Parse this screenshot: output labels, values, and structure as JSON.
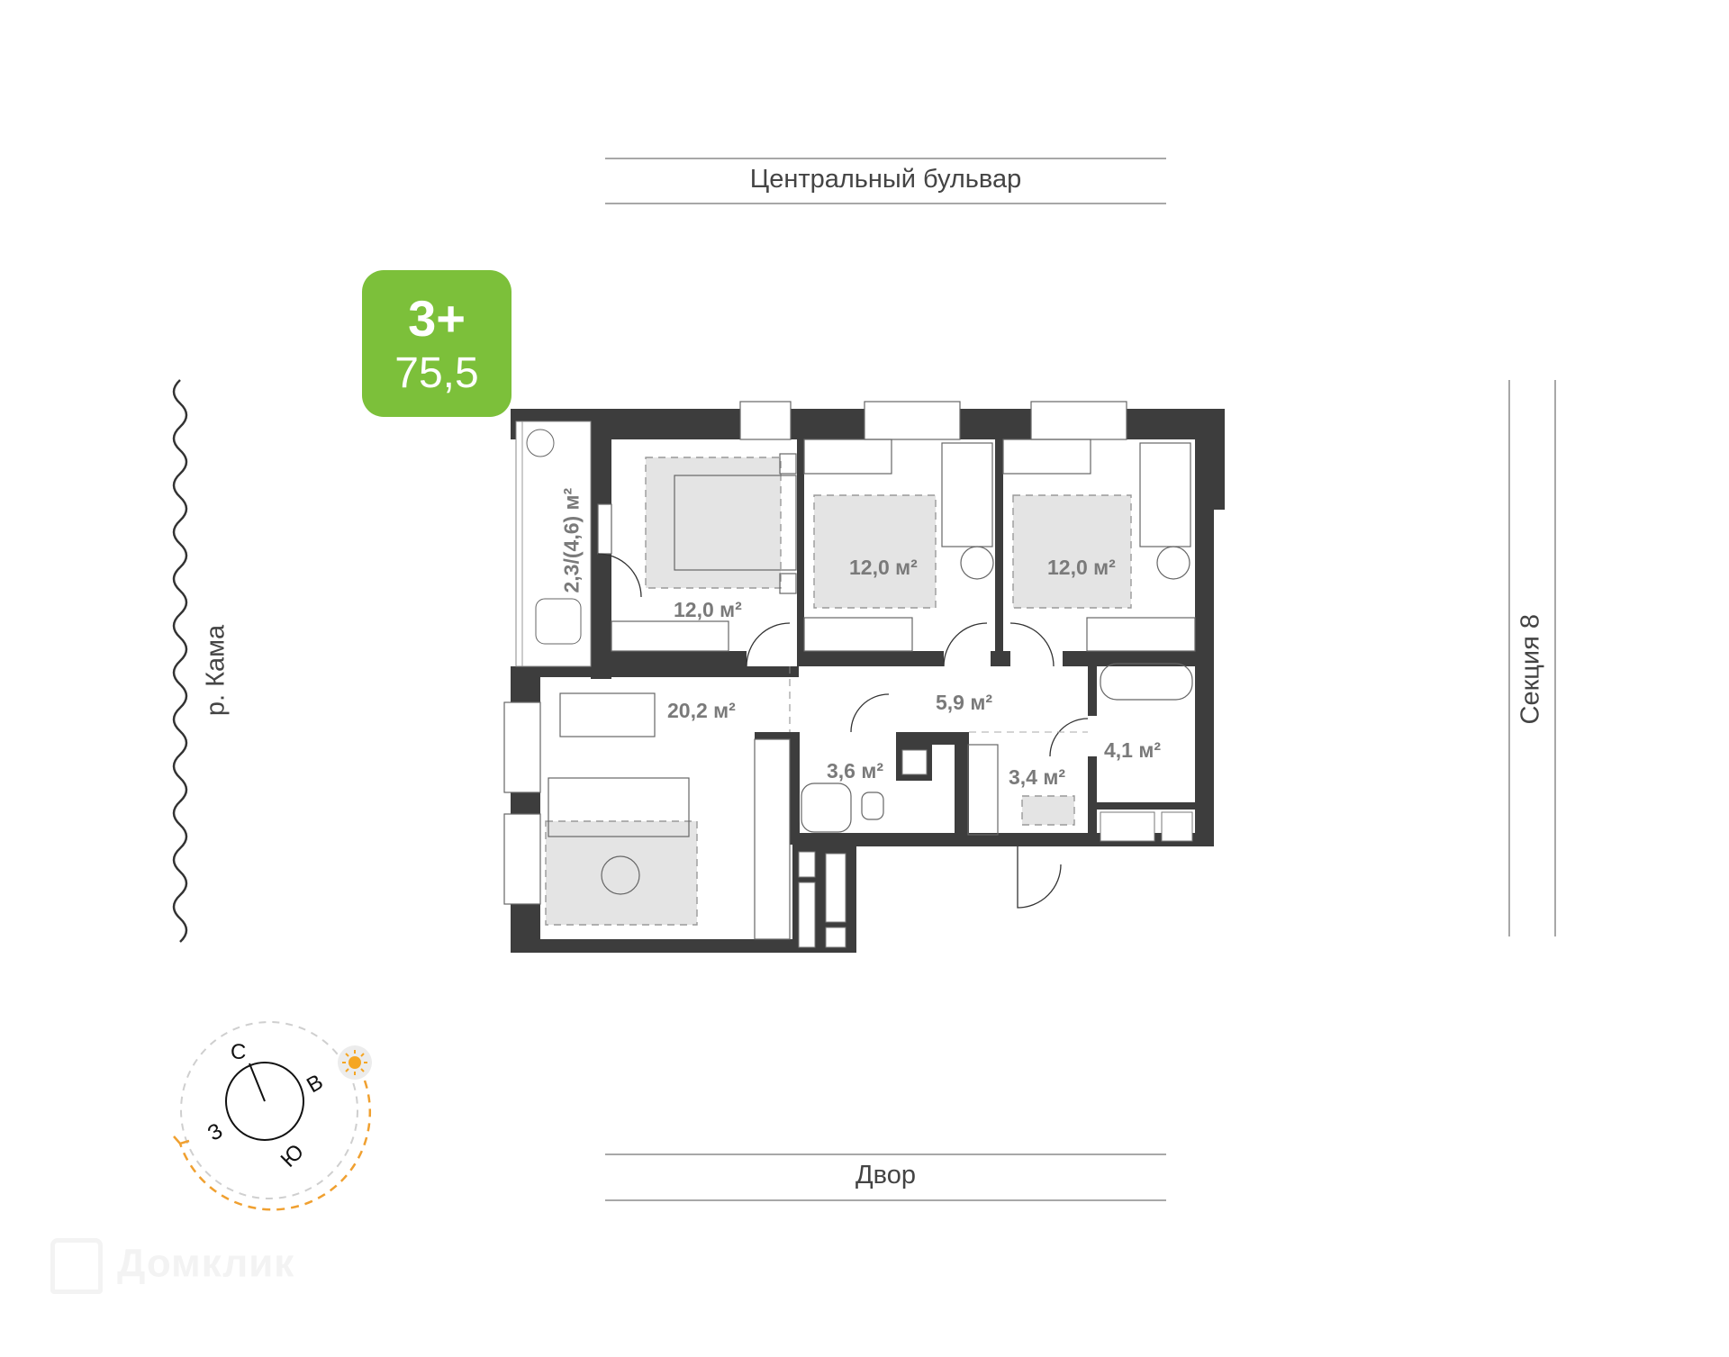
{
  "badge": {
    "rooms": "3+",
    "area": "75,5",
    "color": "#7cc03a"
  },
  "surroundings": {
    "top": "Центральный бульвар",
    "bottom": "Двор",
    "left": "р. Кама",
    "right": "Секция 8"
  },
  "rooms": [
    {
      "id": "balcony",
      "label": "2,3/(4,6) м²"
    },
    {
      "id": "bedroom-master",
      "label": "12,0 м²"
    },
    {
      "id": "bedroom-2",
      "label": "12,0 м²"
    },
    {
      "id": "bedroom-3",
      "label": "12,0 м²"
    },
    {
      "id": "living-kitchen",
      "label": "20,2 м²"
    },
    {
      "id": "hallway",
      "label": "5,9 м²"
    },
    {
      "id": "wc",
      "label": "3,6 м²"
    },
    {
      "id": "entry",
      "label": "3,4 м²"
    },
    {
      "id": "bathroom",
      "label": "4,1 м²"
    }
  ],
  "compass": {
    "north": "С",
    "east": "В",
    "south": "Ю",
    "west": "З",
    "sun_color": "#f5a623"
  },
  "colors": {
    "wall": "#3d3d3d",
    "rug": "#e4e4e4",
    "label": "#7a7a7a"
  },
  "watermark": "Домклик"
}
